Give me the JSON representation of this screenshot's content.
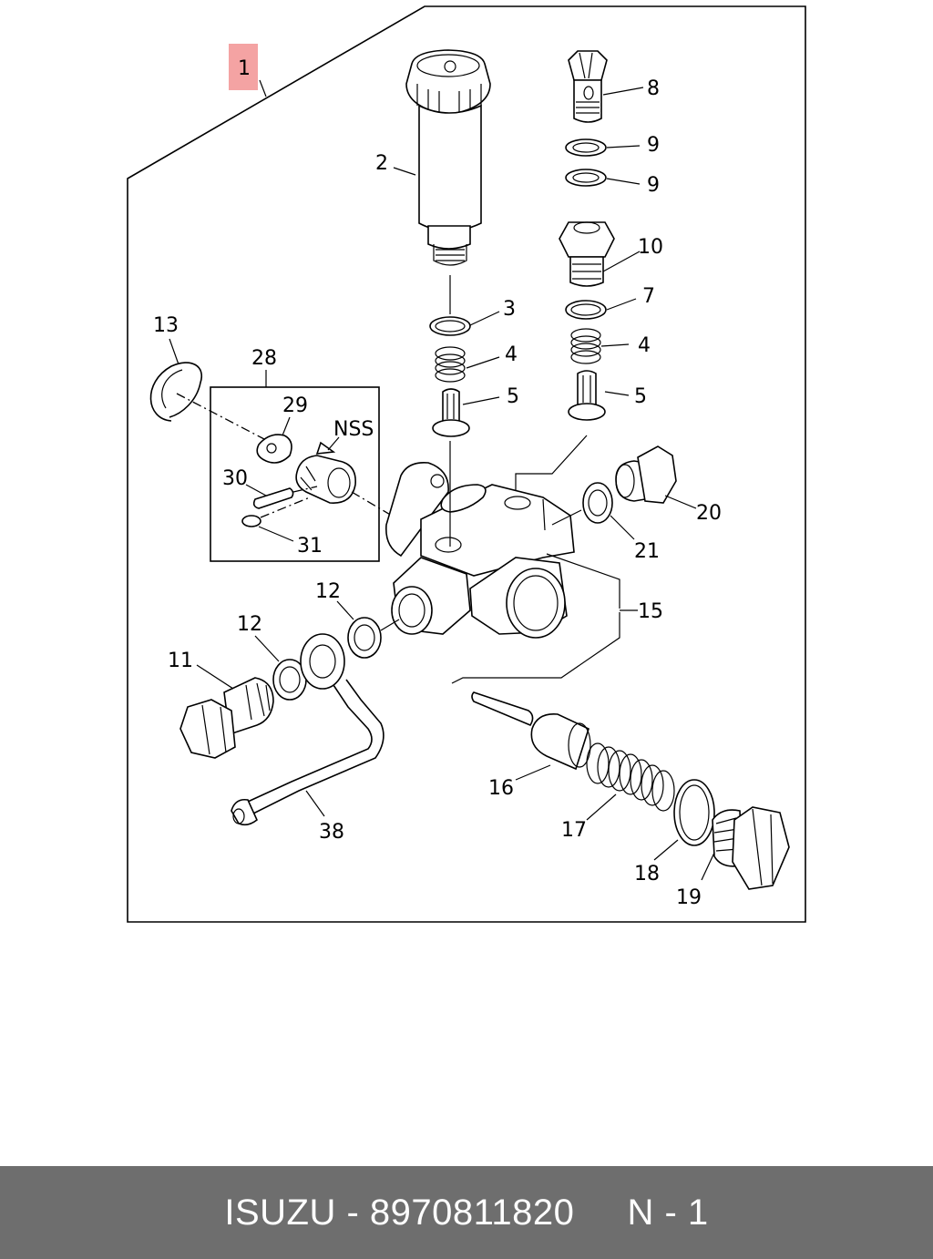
{
  "diagram": {
    "highlight_color": "#f4a3a3",
    "callouts": {
      "c1": "1",
      "c2": "2",
      "c3": "3",
      "c4a": "4",
      "c4b": "4",
      "c5a": "5",
      "c5b": "5",
      "c7": "7",
      "c8": "8",
      "c9a": "9",
      "c9b": "9",
      "c10": "10",
      "c11": "11",
      "c12a": "12",
      "c12b": "12",
      "c13": "13",
      "c15": "15",
      "c16": "16",
      "c17": "17",
      "c18": "18",
      "c19": "19",
      "c20": "20",
      "c21": "21",
      "c28": "28",
      "c29": "29",
      "c30": "30",
      "c31": "31",
      "c38": "38",
      "nss": "NSS"
    }
  },
  "footer": {
    "brand": "ISUZU",
    "separator": " - ",
    "part_number": "8970811820",
    "gap": "     ",
    "sheet": "N - 1",
    "background": "#6e6e6e"
  }
}
